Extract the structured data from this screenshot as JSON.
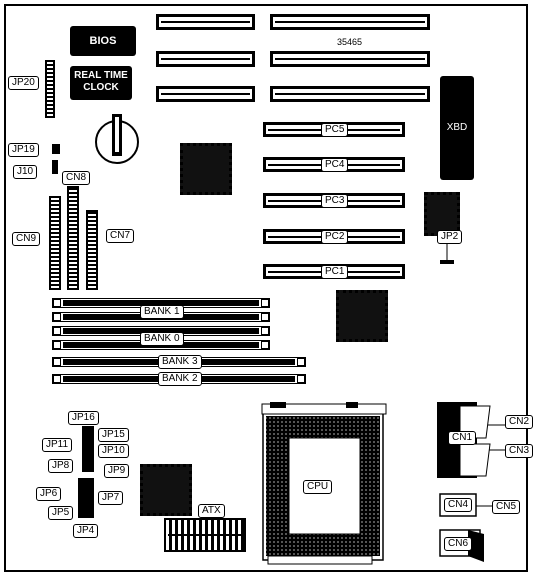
{
  "board_number": "35465",
  "chips": {
    "bios": "BIOS",
    "rtc": "REAL TIME\nCLOCK",
    "xbd": "XBD",
    "cpu": "CPU"
  },
  "isa_slots": [
    "PC5",
    "PC4",
    "PC3",
    "PC2",
    "PC1"
  ],
  "memory_banks": [
    "BANK 1",
    "BANK 0",
    "BANK 3",
    "BANK 2"
  ],
  "jumpers": {
    "jp20": "JP20",
    "jp19": "JP19",
    "j10": "J10",
    "cn8": "CN8",
    "cn9": "CN9",
    "cn7": "CN7",
    "jp2": "JP2",
    "jp16": "JP16",
    "jp15": "JP15",
    "jp11": "JP11",
    "jp10": "JP10",
    "jp8": "JP8",
    "jp9": "JP9",
    "jp6": "JP6",
    "jp7": "JP7",
    "jp5": "JP5",
    "jp4": "JP4",
    "atx": "ATX"
  },
  "connectors": {
    "cn1": "CN1",
    "cn2": "CN2",
    "cn3": "CN3",
    "cn4": "CN4",
    "cn5": "CN5",
    "cn6": "CN6"
  }
}
